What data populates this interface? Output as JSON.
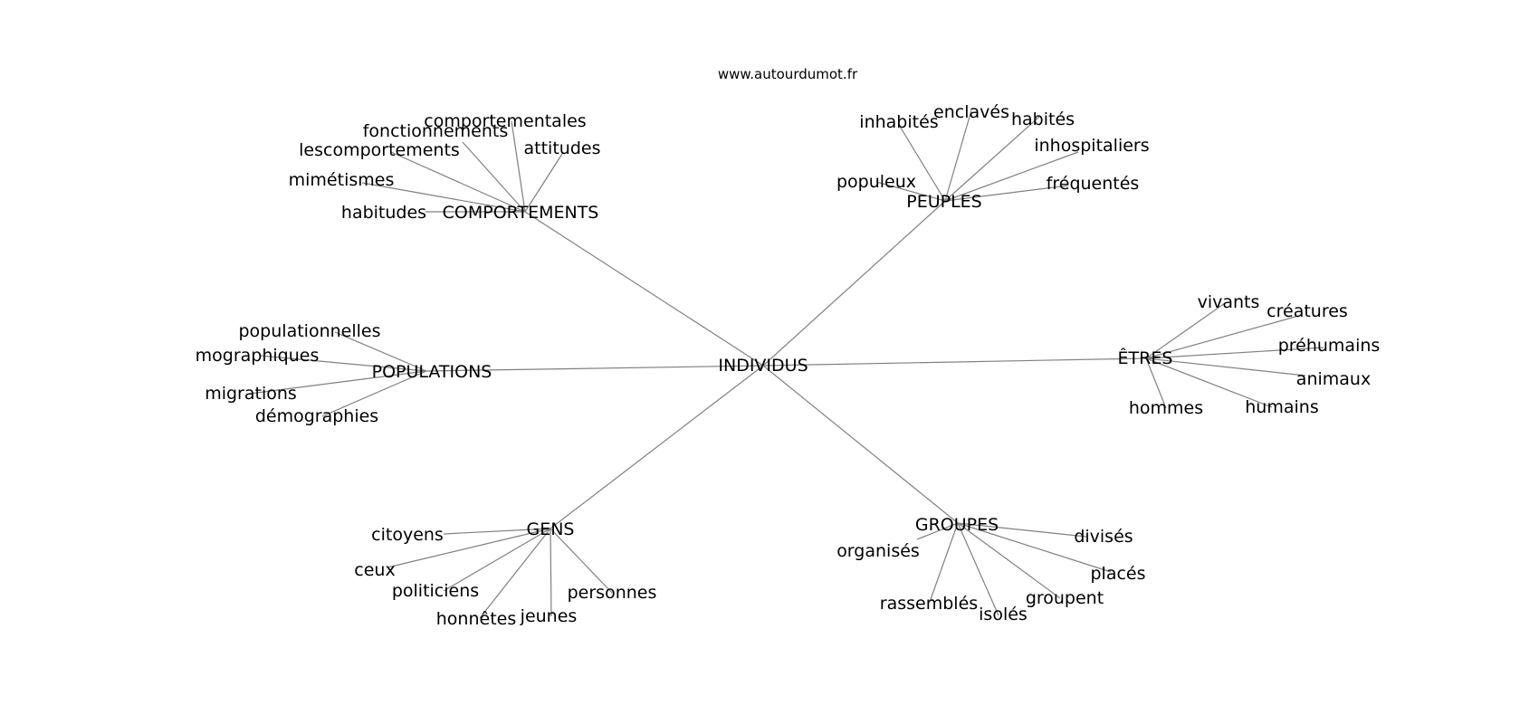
{
  "header": {
    "source": "www.autourdumot.fr"
  },
  "graph": {
    "center": "INDIVIDUS",
    "hubs": [
      {
        "key": "comportements",
        "label": "COMPORTEMENTS",
        "leaves": [
          "comportementales",
          "fonctionnements",
          "lescomportements",
          "attitudes",
          "mimétismes",
          "habitudes"
        ]
      },
      {
        "key": "peuples",
        "label": "PEUPLES",
        "leaves": [
          "inhabités",
          "enclavés",
          "habités",
          "inhospitaliers",
          "populeux",
          "fréquentés"
        ]
      },
      {
        "key": "populations",
        "label": "POPULATIONS",
        "leaves": [
          "populationnelles",
          "mographiques",
          "migrations",
          "démographies"
        ]
      },
      {
        "key": "etres",
        "label": "ÊTRES",
        "leaves": [
          "vivants",
          "créatures",
          "préhumains",
          "animaux",
          "hommes",
          "humains"
        ]
      },
      {
        "key": "gens",
        "label": "GENS",
        "leaves": [
          "citoyens",
          "ceux",
          "politiciens",
          "personnes",
          "honnêtes",
          "jeunes"
        ]
      },
      {
        "key": "groupes",
        "label": "GROUPES",
        "leaves": [
          "organisés",
          "divisés",
          "placés",
          "groupent",
          "rassemblés",
          "isolés"
        ]
      }
    ]
  }
}
